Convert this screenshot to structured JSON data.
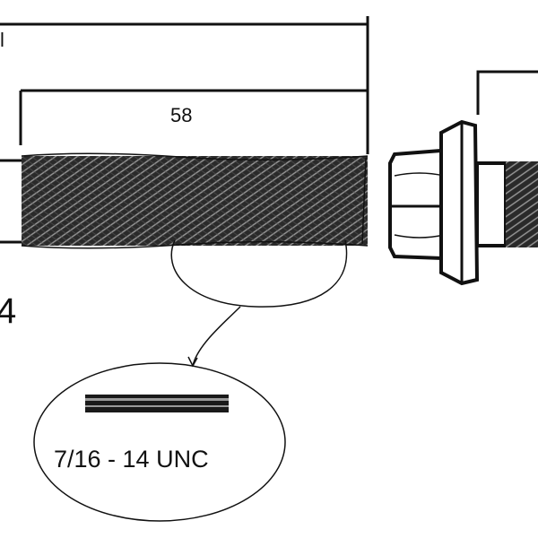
{
  "dimensions": {
    "top_left_fragment": "l",
    "thread_length": "58"
  },
  "side_label": "4",
  "callout": {
    "spec": "7/16 - 14 UNC"
  }
}
